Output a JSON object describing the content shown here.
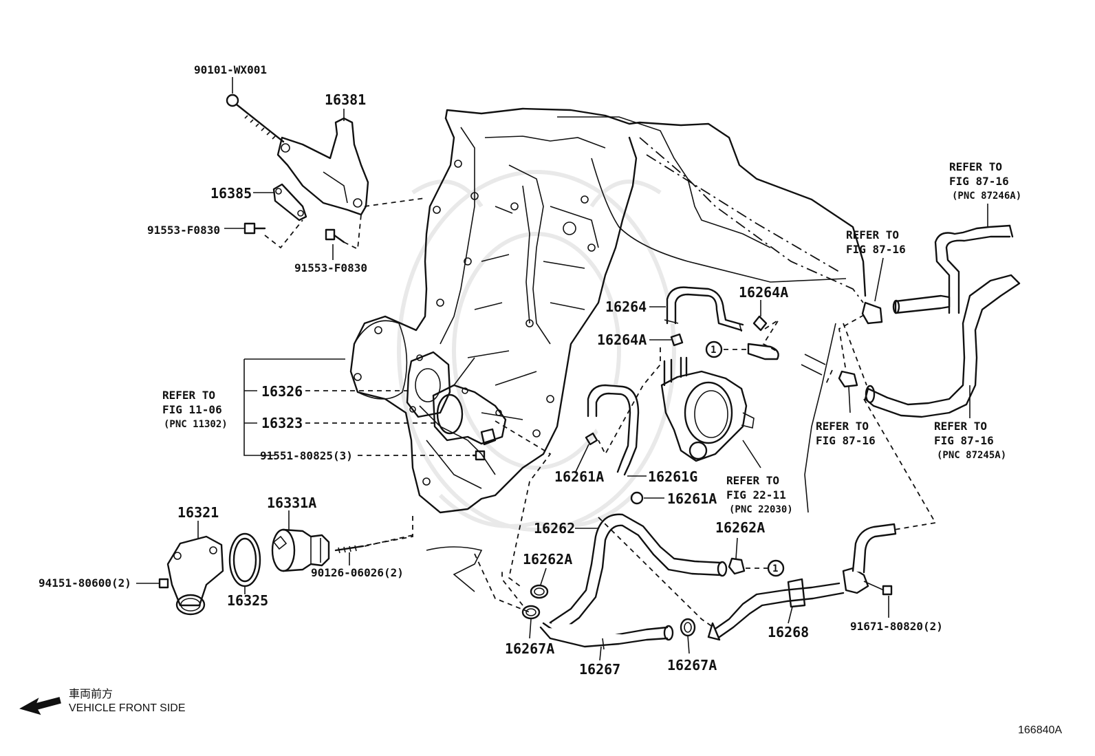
{
  "labels": {
    "p90101": "90101-WX001",
    "p16381": "16381",
    "p16385": "16385",
    "p91553a": "91553-F0830",
    "p91553b": "91553-F0830",
    "p16264": "16264",
    "p16264A_top": "16264A",
    "p16264A_side": "16264A",
    "refer_top_right_1": "REFER TO",
    "refer_top_right_2": "FIG 87-16",
    "refer_top_right_3": "(PNC 87246A)",
    "refer_mid_right_1": "REFER TO",
    "refer_mid_right_2": "FIG 87-16",
    "refer_left_1": "REFER TO",
    "refer_left_2": "FIG 11-06",
    "refer_left_3": "(PNC 11302)",
    "p16326": "16326",
    "p16323": "16323",
    "p91551": "91551-80825(3)",
    "refer_lower_mid_1": "REFER TO",
    "refer_lower_mid_2": "FIG 87-16",
    "refer_lower_right_1": "REFER TO",
    "refer_lower_right_2": "FIG 87-16",
    "refer_lower_right_3": "(PNC 87245A)",
    "refer_throttle_1": "REFER TO",
    "refer_throttle_2": "FIG 22-11",
    "refer_throttle_3": "(PNC 22030)",
    "p16261A_a": "16261A",
    "p16261G": "16261G",
    "p16261A_b": "16261A",
    "p16321": "16321",
    "p16331A": "16331A",
    "p16262": "16262",
    "p16262A_a": "16262A",
    "p16262A_b": "16262A",
    "p94151": "94151-80600(2)",
    "p16325": "16325",
    "p90126": "90126-06026(2)",
    "p16267A_a": "16267A",
    "p16267": "16267",
    "p16267A_b": "16267A",
    "p16268": "16268",
    "p91671": "91671-80820(2)",
    "circle_ref_a": "1",
    "circle_ref_b": "1"
  },
  "footer": {
    "direction_jp": "車両前方",
    "direction_en": "VEHICLE FRONT SIDE",
    "diagram_id": "166840A"
  },
  "colors": {
    "ink": "#111111",
    "background": "#ffffff",
    "watermark": "#e9e9e9"
  }
}
